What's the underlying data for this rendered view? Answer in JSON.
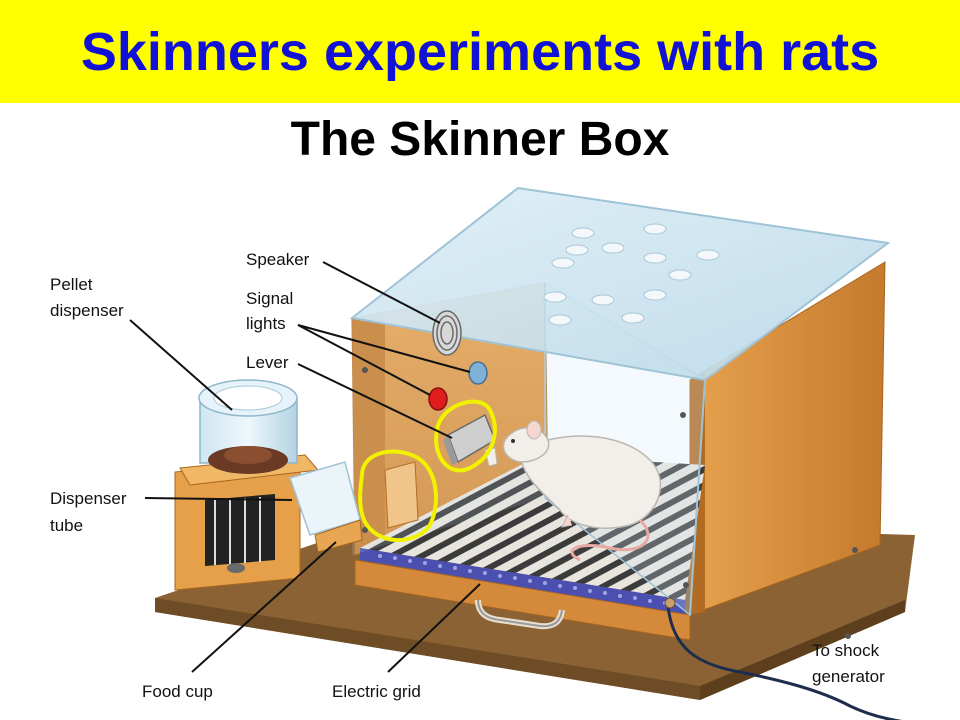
{
  "slide": {
    "title": "Skinners experiments with rats",
    "subtitle": "The Skinner Box"
  },
  "labels": {
    "speaker": "Speaker",
    "signal_lights_1": "Signal",
    "signal_lights_2": "lights",
    "lever": "Lever",
    "pellet_dispenser_1": "Pellet",
    "pellet_dispenser_2": "dispenser",
    "dispenser_tube_1": "Dispenser",
    "dispenser_tube_2": "tube",
    "food_cup": "Food cup",
    "electric_grid": "Electric grid",
    "to_shock_generator_1": "To shock",
    "to_shock_generator_2": "generator"
  },
  "colors": {
    "banner_bg": "#ffff00",
    "title_text": "#1212d6",
    "highlight_circle": "#f2f200",
    "wood": "#d9923f",
    "grid_band": "#4b4fb0"
  }
}
